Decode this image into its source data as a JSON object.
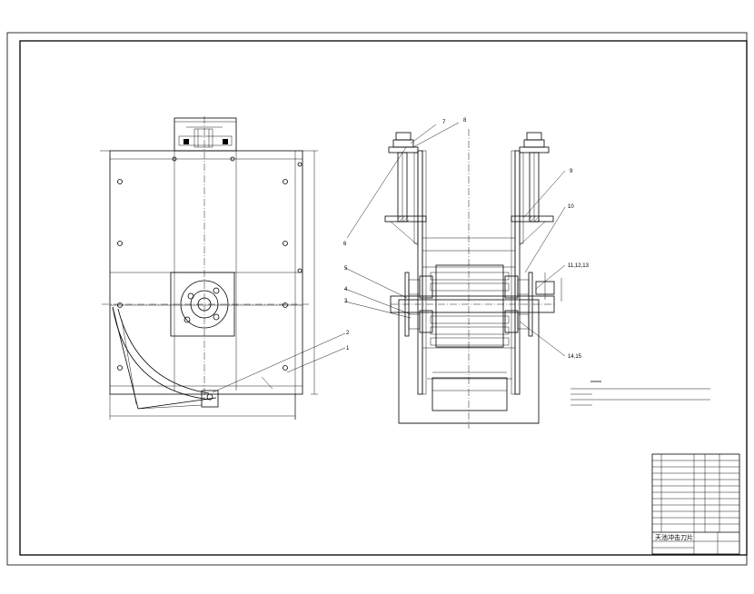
{
  "part_labels": [
    "1",
    "2",
    "3",
    "4",
    "5",
    "6",
    "7",
    "8",
    "9",
    "10",
    "11,12,13",
    "14,15"
  ],
  "title_block": {
    "drawing_name": "天池冲击刀片"
  }
}
